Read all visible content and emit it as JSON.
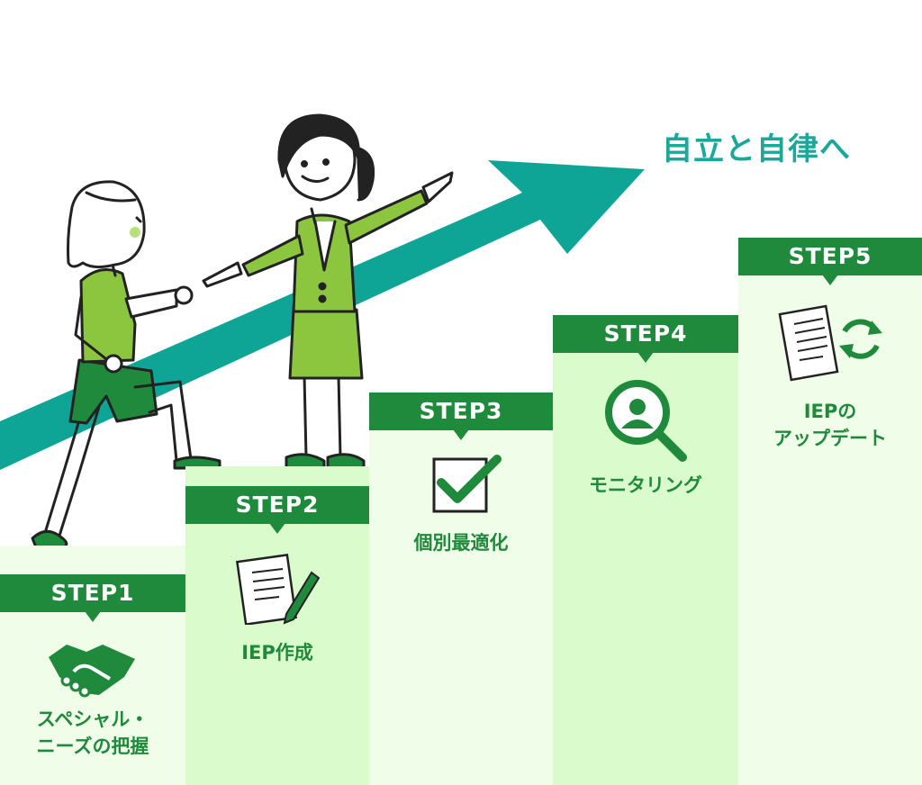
{
  "goal_text": "自立と自律へ",
  "steps": [
    {
      "head": "STEP1",
      "label_line1": "スペシャル・",
      "label_line2": "ニーズの把握",
      "icon": "handshake-icon"
    },
    {
      "head": "STEP2",
      "label_line1": "IEP作成",
      "icon": "document-pen-icon"
    },
    {
      "head": "STEP3",
      "label_line1": "個別最適化",
      "icon": "checkbox-icon"
    },
    {
      "head": "STEP4",
      "label_line1": "モニタリング",
      "icon": "magnifier-person-icon"
    },
    {
      "head": "STEP5",
      "label_line1": "IEPの",
      "label_line2": "アップデート",
      "icon": "document-refresh-icon"
    }
  ],
  "colors": {
    "step_header": "#1f8a3b",
    "column_light": "#f0fde8",
    "column_mid": "#dafccc",
    "arrow": "#0fa596",
    "figure_green": "#8cc63f",
    "dark_green": "#1f7a3b"
  }
}
